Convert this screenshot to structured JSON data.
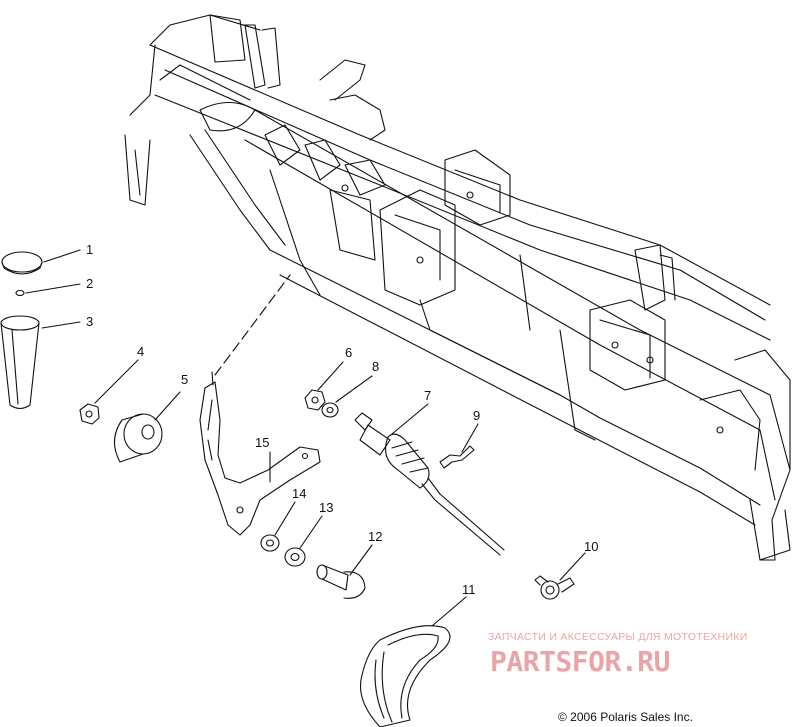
{
  "callouts": {
    "c1": "1",
    "c2": "2",
    "c3": "3",
    "c4": "4",
    "c5": "5",
    "c6": "6",
    "c7": "7",
    "c8": "8",
    "c9": "9",
    "c10": "10",
    "c11": "11",
    "c12": "12",
    "c13": "13",
    "c14": "14",
    "c15": "15"
  },
  "watermark": {
    "tagline": "ЗАПЧАСТИ И АКСЕССУАРЫ ДЛЯ МОТОТЕХНИКИ",
    "logo": "PARTSFOR.RU"
  },
  "copyright": "© 2006 Polaris Sales Inc.",
  "colors": {
    "line": "#111111",
    "watermark": "#e9a5a5"
  }
}
